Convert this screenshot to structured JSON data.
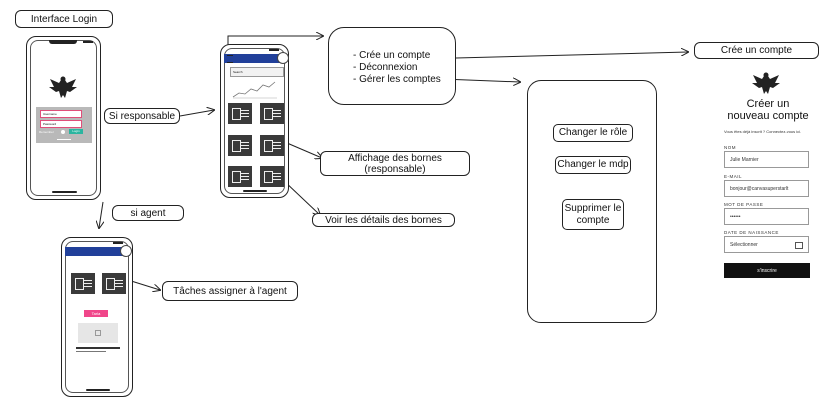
{
  "labels": {
    "interface_login": "Interface Login",
    "si_responsable": "Si responsable",
    "si_agent": "si agent",
    "taches_agent": "Tâches assigner à l'agent",
    "affichage_line1": "Affichage des bornes",
    "affichage_line2": "(responsable)",
    "voir_details": "Voir les détails des bornes",
    "cree_compte_title": "Crée un compte"
  },
  "menu_box": {
    "items": [
      "- Crée un compte",
      "- Déconnexion",
      "- Gérer les comptes"
    ]
  },
  "manage_panel": {
    "change_role": "Changer le rôle",
    "change_password": "Changer le mdp",
    "delete_line1": "Supprimer le",
    "delete_line2": "compte"
  },
  "login_phone": {
    "username_placeholder": "Username",
    "password_placeholder": "Password",
    "remember": "Remember",
    "login_btn": "Login"
  },
  "responsable_phone": {
    "search_placeholder": "Search"
  },
  "agent_phone": {
    "tag": "Tarla"
  },
  "signup_form": {
    "title_line1": "Créer un",
    "title_line2": "nouveau compte",
    "subtitle": "Vous êtes déjà inscrit ? Connectez-vous ici.",
    "nom_label": "NOM",
    "nom_value": "Julie Marnier",
    "email_label": "E-MAIL",
    "email_value": "bonjour@canvasuperstarlt",
    "password_label": "MOT DE PASSE",
    "password_value": "••••••",
    "birth_label": "DATE DE NAISSANCE",
    "birth_placeholder": "Sélectionner",
    "submit": "s'inscrire"
  },
  "colors": {
    "header_blue": "#21409a",
    "card_dark": "#3a3a3a",
    "login_green": "#2bb5a0",
    "tag_pink": "#f0468a",
    "button_black": "#111111"
  }
}
